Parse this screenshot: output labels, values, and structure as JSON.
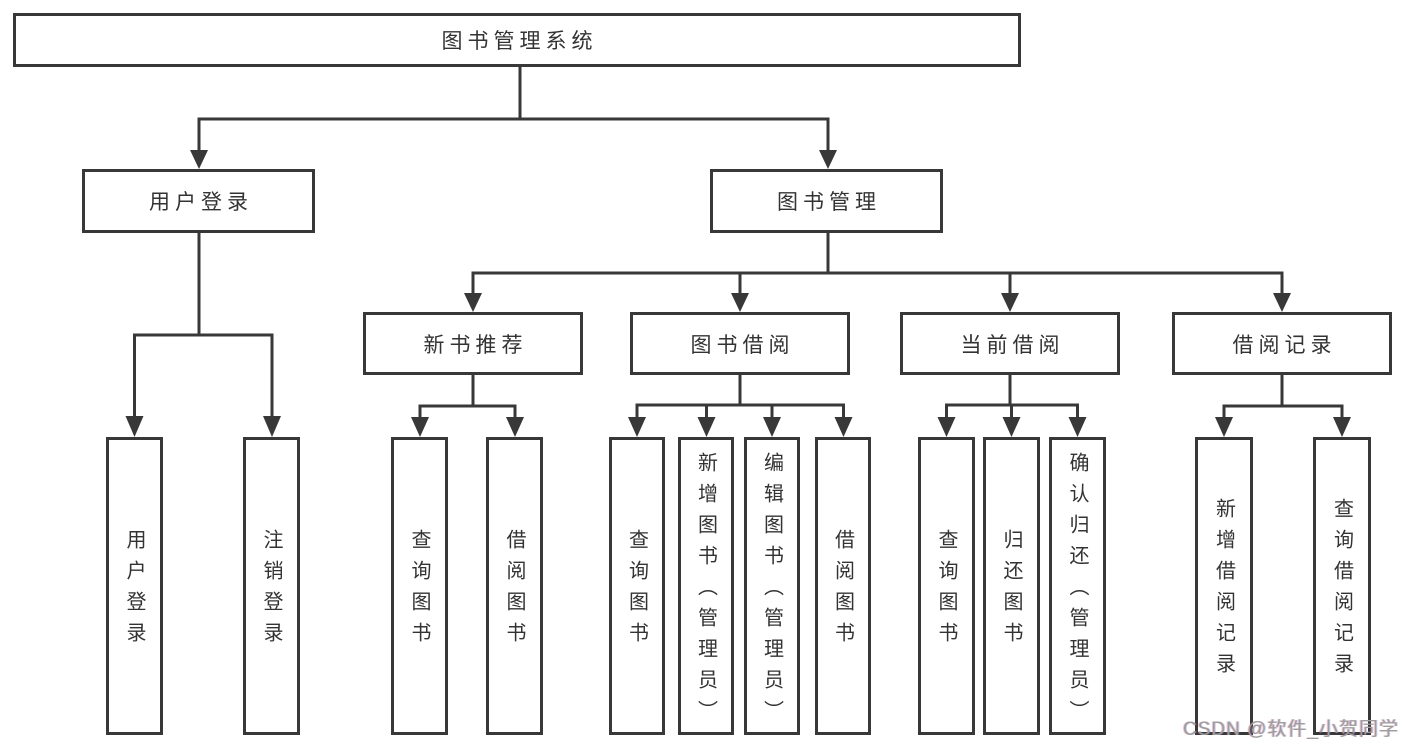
{
  "diagram": {
    "root": "图书管理系统",
    "level2": [
      "用户登录",
      "图书管理"
    ],
    "level3": [
      "新书推荐",
      "图书借阅",
      "当前借阅",
      "借阅记录"
    ],
    "leaves_user_login": [
      "用户登录",
      "注销登录"
    ],
    "leaves_new_books": [
      "查询图书",
      "借阅图书"
    ],
    "leaves_book_borrow": [
      "查询图书",
      "新增图书（管理员）",
      "编辑图书（管理员）",
      "借阅图书"
    ],
    "leaves_current_borrow": [
      "查询图书",
      "归还图书",
      "确认归还（管理员）"
    ],
    "leaves_borrow_records": [
      "新增借阅记录",
      "查询借阅记录"
    ],
    "colors": {
      "line": "#383838",
      "text": "#333333",
      "box_background": "#ffffff",
      "watermark_gray": "#9d9d9d"
    }
  },
  "watermark": {
    "text": "CSDN @软件_小贺同学"
  }
}
